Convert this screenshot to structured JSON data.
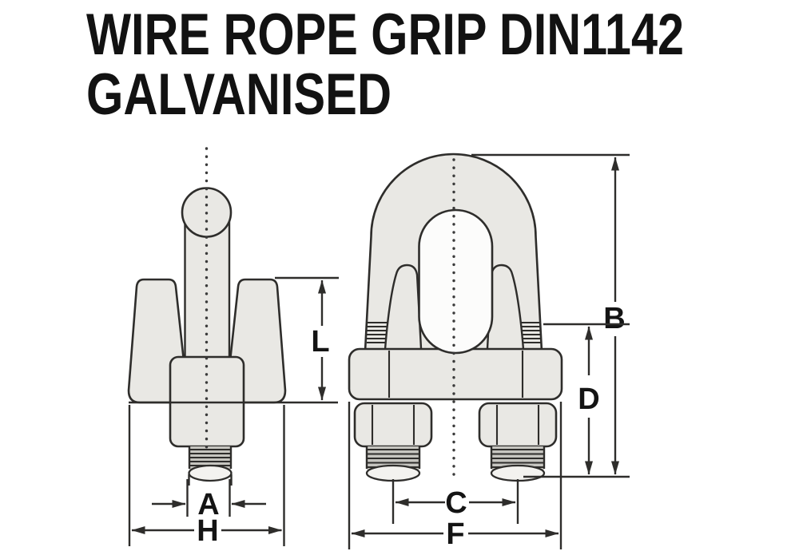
{
  "title": {
    "line1": "WIRE ROPE GRIP DIN1142",
    "line2": "GALVANISED"
  },
  "views": {
    "side_view": {
      "name": "wire-rope-grip-side-view",
      "dimension_labels": {
        "A": "A",
        "H": "H",
        "L": "L"
      }
    },
    "front_view": {
      "name": "wire-rope-grip-front-view",
      "dimension_labels": {
        "B": "B",
        "C": "C",
        "D": "D",
        "F": "F"
      }
    }
  },
  "colors": {
    "background": "#ffffff",
    "line": "#2e2d2b",
    "part_fill": "#e9e8e4",
    "thread_fill": "#c6c5c0",
    "text": "#141414"
  }
}
